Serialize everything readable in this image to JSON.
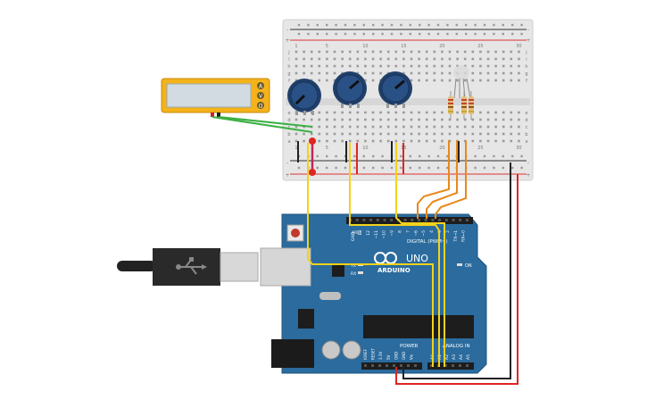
{
  "breadboard": {
    "rail_plus": "+",
    "rail_minus": "-",
    "row_letters_top": [
      "j",
      "i",
      "h",
      "g",
      "f"
    ],
    "row_letters_bottom": [
      "e",
      "d",
      "c",
      "b",
      "a"
    ],
    "column_numbers": [
      "1",
      "",
      "",
      "",
      "5",
      "",
      "",
      "",
      "",
      "10",
      "",
      "",
      "",
      "",
      "15",
      "",
      "",
      "",
      "",
      "20",
      "",
      "",
      "",
      "",
      "25",
      "",
      "",
      "",
      "",
      "30"
    ]
  },
  "arduino": {
    "brand": "ARDUINO",
    "model": "UNO",
    "digital_label": "DIGITAL (PWM~)",
    "power_label": "POWER",
    "analog_label": "ANALOG IN",
    "on_label": "ON",
    "tx_label": "TX",
    "rx_label": "RX",
    "l_label": "L",
    "aref_label": "AREF",
    "gnd_label": "GND",
    "digital_pins": [
      "13",
      "12",
      "~11",
      "~10",
      "~9",
      "8",
      "7",
      "~6",
      "~5",
      "4",
      "~3",
      "2",
      "TX→1",
      "RX←0"
    ],
    "power_pins": [
      "IOREF",
      "RESET",
      "3.3V",
      "5V",
      "GND",
      "GND",
      "Vin"
    ],
    "analog_pins": [
      "A0",
      "A1",
      "A2",
      "A3",
      "A4",
      "A5"
    ]
  },
  "multimeter": {
    "mode_buttons": [
      "A",
      "V",
      "Ω"
    ]
  },
  "colors": {
    "wire_yellow": "#f2d21b",
    "wire_orange": "#e8891b",
    "wire_red": "#e02424",
    "wire_black": "#222222",
    "wire_green": "#3cb043",
    "board_blue": "#2b6b9e",
    "breadboard": "#e6e6e6"
  }
}
